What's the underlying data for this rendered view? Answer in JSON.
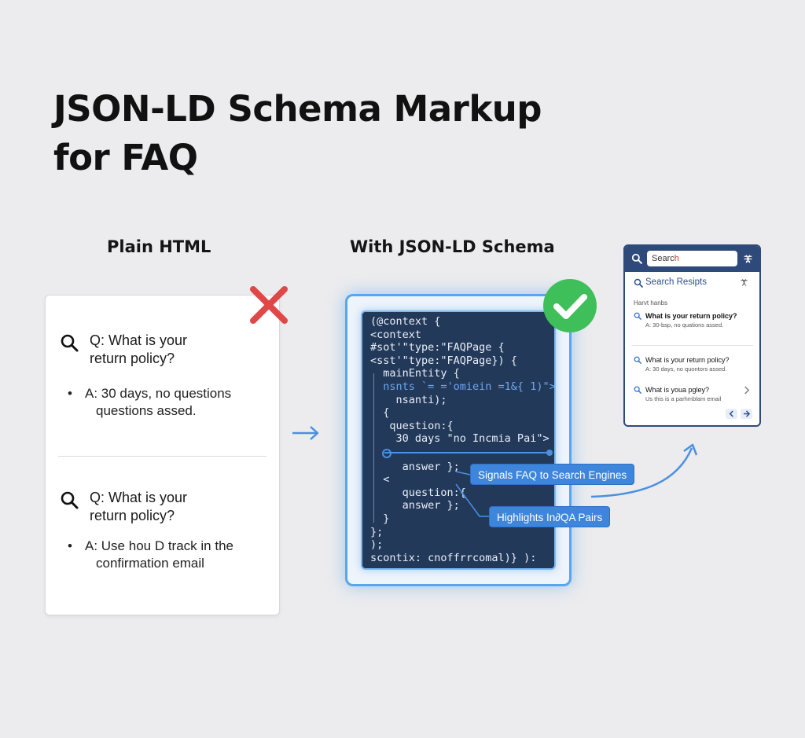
{
  "title": {
    "line1": "JSON-LD Schema Markup",
    "line2": "for FAQ"
  },
  "labels": {
    "plain": "Plain HTML",
    "json": "With JSON-LD Schema"
  },
  "plain_card": {
    "faq": [
      {
        "q_line1": "Q: What is your",
        "q_line2": "return policy?",
        "a_line1": "A: 30 days, no questions",
        "a_line2": "questions assed."
      },
      {
        "q_line1": "Q: What is your",
        "q_line2": "return policy?",
        "a_line1": "A: Use hou D track in the",
        "a_line2": "confirmation email"
      }
    ]
  },
  "code": {
    "lines": [
      "(@context {",
      "<context",
      "#sot'\"type:\"FAQPage {",
      "<sst'\"type:\"FAQPage}) {",
      "  mainEntity {",
      "  nsnts `= ='omiein =1&{ 1)\">",
      "    nsanti);",
      "  {",
      "   question:{",
      "    30 days \"no Incmia Pai\">",
      "",
      "     answer };",
      "  <",
      "     question:{",
      "     answer };",
      "  }",
      "};",
      ");",
      "scontix: cnoffrrcomal)} ):"
    ]
  },
  "callouts": {
    "signals": "Signals FAQ to Search Engines",
    "highlights": "Highlights In∂QA Pairs"
  },
  "phone": {
    "search_placeholder": "Searc",
    "search_cursor": "h",
    "results_title": "Search Resipts",
    "section": "Harvt hanbs",
    "results": [
      {
        "q": "What is your return policy?",
        "a": "A: 30-bsp, no quations assed."
      },
      {
        "q": "What is your return policy?",
        "a": "A: 30 days, no quontors assed."
      },
      {
        "q": "What is youa pgley?",
        "a": "Us this  is a parhmblam email"
      }
    ]
  },
  "colors": {
    "accent": "#4a90e2",
    "code_bg": "#23395a",
    "phone_header": "#2e4a7a",
    "x_red": "#e04848",
    "check_green": "#3fbf5a"
  },
  "icons": [
    "search-icon",
    "x-mark-icon",
    "check-icon",
    "arrow-right-icon",
    "curved-arrow-icon",
    "filter-icon",
    "chevron-right-icon",
    "chevron-left-icon"
  ]
}
